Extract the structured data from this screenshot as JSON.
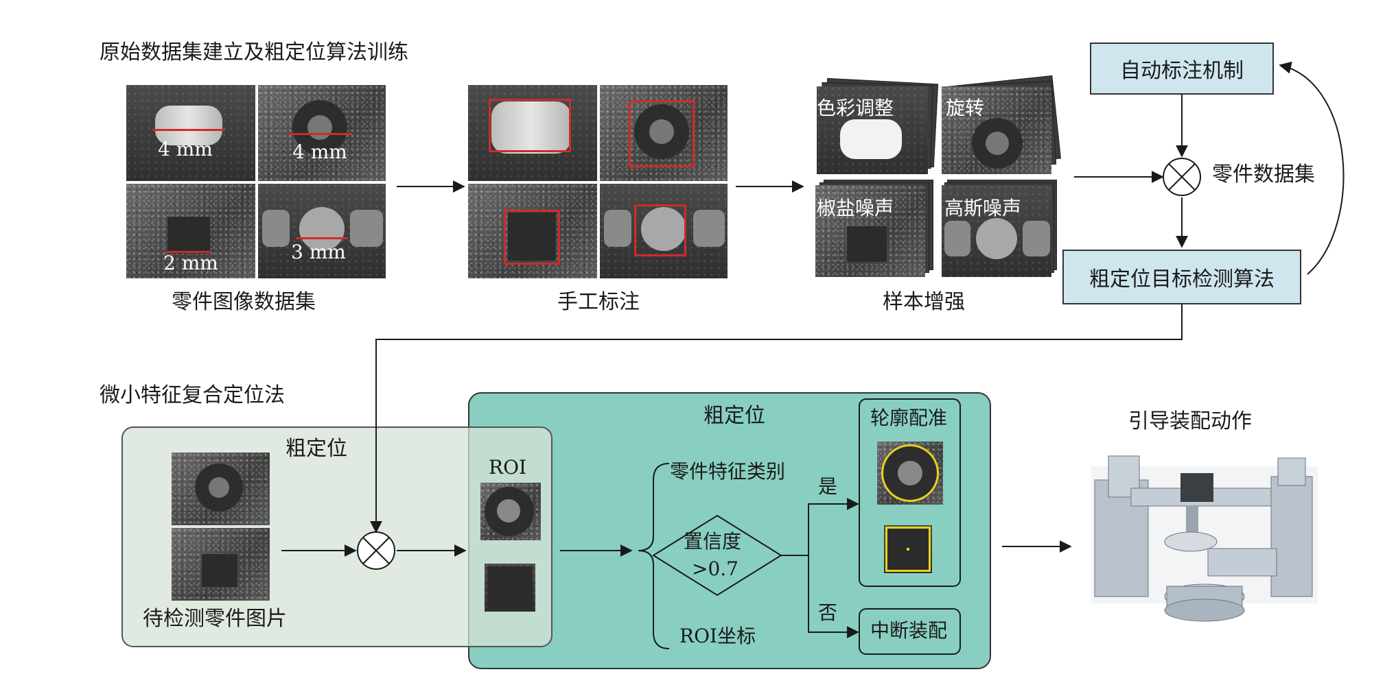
{
  "sections": {
    "top_title": "原始数据集建立及粗定位算法训练",
    "bottom_title": "微小特征复合定位法"
  },
  "dataset": {
    "caption": "零件图像数据集",
    "sizes": [
      "4 mm",
      "4 mm",
      "2 mm",
      "3 mm"
    ]
  },
  "annotation": {
    "caption": "手工标注"
  },
  "augmentation": {
    "caption": "样本增强",
    "labels": [
      "色彩调整",
      "旋转",
      "椒盐噪声",
      "高斯噪声"
    ]
  },
  "loop": {
    "auto_label": "自动标注机制",
    "part_dataset": "零件数据集",
    "detector": "粗定位目标检测算法"
  },
  "coarse_left": {
    "title": "粗定位",
    "caption": "待检测零件图片"
  },
  "coarse_right": {
    "title": "粗定位",
    "roi": "ROI",
    "feature_class": "零件特征类别",
    "confidence": "置信度",
    "threshold": ">0.7",
    "roi_coord": "ROI坐标",
    "yes": "是",
    "no": "否",
    "contour": "轮廓配准",
    "abort": "中断装配"
  },
  "guide": {
    "title": "引导装配动作"
  },
  "colors": {
    "blue_box": "#cfe6ef",
    "teal_panel": "#88cfc1",
    "sage_panel": "#d7e3d5",
    "red_mark": "#d02a2a",
    "yellow_mark": "#e8d21c"
  }
}
